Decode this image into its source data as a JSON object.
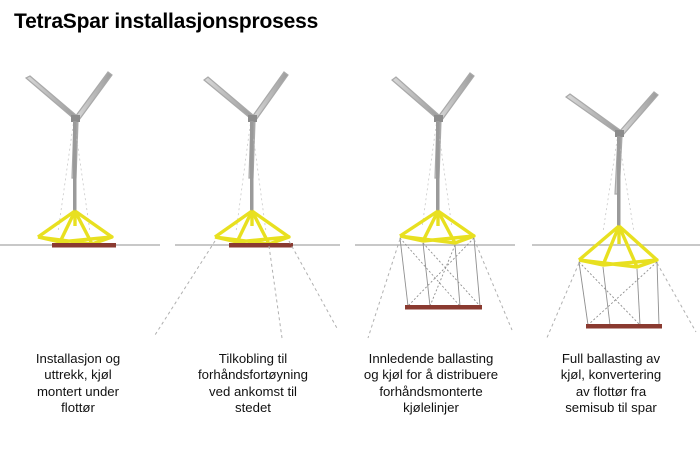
{
  "title": "TetraSpar installasjonsprosess",
  "colors": {
    "tower": "#9a9a9a",
    "floater": "#e8e020",
    "keel": "#8a3a30",
    "water": "#b5b5b5",
    "mooring": "#b0b0b0"
  },
  "steps": [
    {
      "lines": [
        "Installasjon og",
        "uttrekk, kjøl",
        "montert under",
        "flottør"
      ]
    },
    {
      "lines": [
        "Tilkobling til",
        "forhåndsfortøyning",
        "ved ankomst til",
        "stedet"
      ]
    },
    {
      "lines": [
        "Innledende ballasting",
        "og kjøl for å distribuere",
        "forhåndsmonterte",
        "kjølelinjer"
      ]
    },
    {
      "lines": [
        "Full ballasting av",
        "kjøl, konvertering",
        "av flottør fra",
        "semisub til spar"
      ]
    }
  ]
}
